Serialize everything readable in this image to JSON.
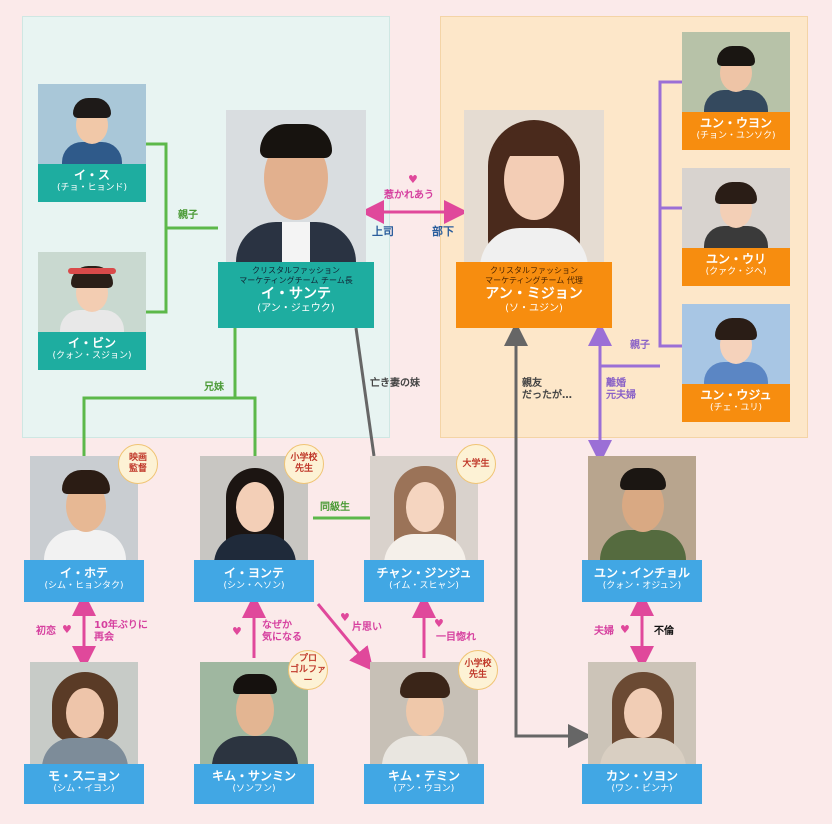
{
  "chars": {
    "isu": {
      "name": "イ・ス",
      "actor": "(チョ・ヒョンド)"
    },
    "ibin": {
      "name": "イ・ビン",
      "actor": "(クォン・スジョン)"
    },
    "sante": {
      "role": "クリスタルファッション\nマーケティングチーム チーム長",
      "name": "イ・サンテ",
      "actor": "(アン・ジェウク)"
    },
    "mijon": {
      "role": "クリスタルファッション\nマーケティングチーム 代理",
      "name": "アン・ミジョン",
      "actor": "(ソ・ユジン)"
    },
    "uwon": {
      "name": "ユン・ウヨン",
      "actor": "(チョン・ユンソク)"
    },
    "uri": {
      "name": "ユン・ウリ",
      "actor": "(クァク・ジヘ)"
    },
    "uju": {
      "name": "ユン・ウジュ",
      "actor": "(チェ・ユリ)"
    },
    "hote": {
      "name": "イ・ホテ",
      "actor": "(シム・ヒョンタク)"
    },
    "yonte": {
      "name": "イ・ヨンテ",
      "actor": "(シン・ヘソン)"
    },
    "jinju": {
      "name": "チャン・ジンジュ",
      "actor": "(イム・スヒャン)"
    },
    "inchol": {
      "name": "ユン・インチョル",
      "actor": "(クォン・オジュン)"
    },
    "sunyon": {
      "name": "モ・スニョン",
      "actor": "(シム・イヨン)"
    },
    "sanmin": {
      "name": "キム・サンミン",
      "actor": "(ソンフン)"
    },
    "temin": {
      "name": "キム・テミン",
      "actor": "(アン・ウヨン)"
    },
    "sojon": {
      "name": "カン・ソヨン",
      "actor": "(ワン・ビンナ)"
    }
  },
  "badges": {
    "hote": "映画\n監督",
    "yonte": "小学校\n先生",
    "jinju": "大学生",
    "sanmin": "プロ\nゴルファー",
    "temin": "小学校\n先生"
  },
  "relations": {
    "oyako_left": "親子",
    "attracted": "惹かれあう",
    "boss": "上司",
    "subordinate": "部下",
    "siblings": "兄妹",
    "late_wife_sister": "亡き妻の妹",
    "classmates": "同級生",
    "oyako_right": "親子",
    "divorced": "離婚\n元夫婦",
    "best_friends": "親友\nだったが…",
    "first_love": "初恋",
    "reunion": "10年ぶりに\n再会",
    "curious": "なぜか\n気になる",
    "unrequited": "片思い",
    "love_at_first_sight": "一目惚れ",
    "couple": "夫婦",
    "affair": "不倫"
  },
  "colors": {
    "green": "#5cb84a",
    "pink": "#e0489b",
    "purple": "#9b6fd6",
    "gray": "#666666"
  }
}
